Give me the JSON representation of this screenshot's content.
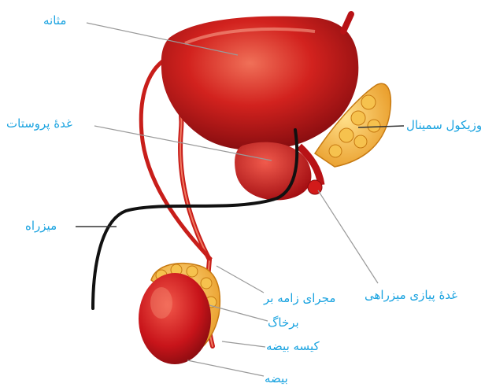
{
  "labels": {
    "bladder": "مثانه",
    "prostate": "غدهٔ پروستات",
    "urethra": "میزراه",
    "seminal_vesicle": "وزیکول سمینال",
    "bulbourethral_gland": "غدهٔ پیازی میزراهی",
    "vas_deferens": "مجرای زامه بر",
    "epididymis": "برخاگ",
    "scrotum": "کیسه بیضه",
    "testis": "بیضه"
  },
  "colors": {
    "label_text": "#1aa3e0",
    "leader_line": "#9a9a9a",
    "organ_red": "#c8141a",
    "organ_dark": "#8a0c10",
    "gland_yellow": "#f2b23a",
    "urethra_line": "#111111"
  }
}
